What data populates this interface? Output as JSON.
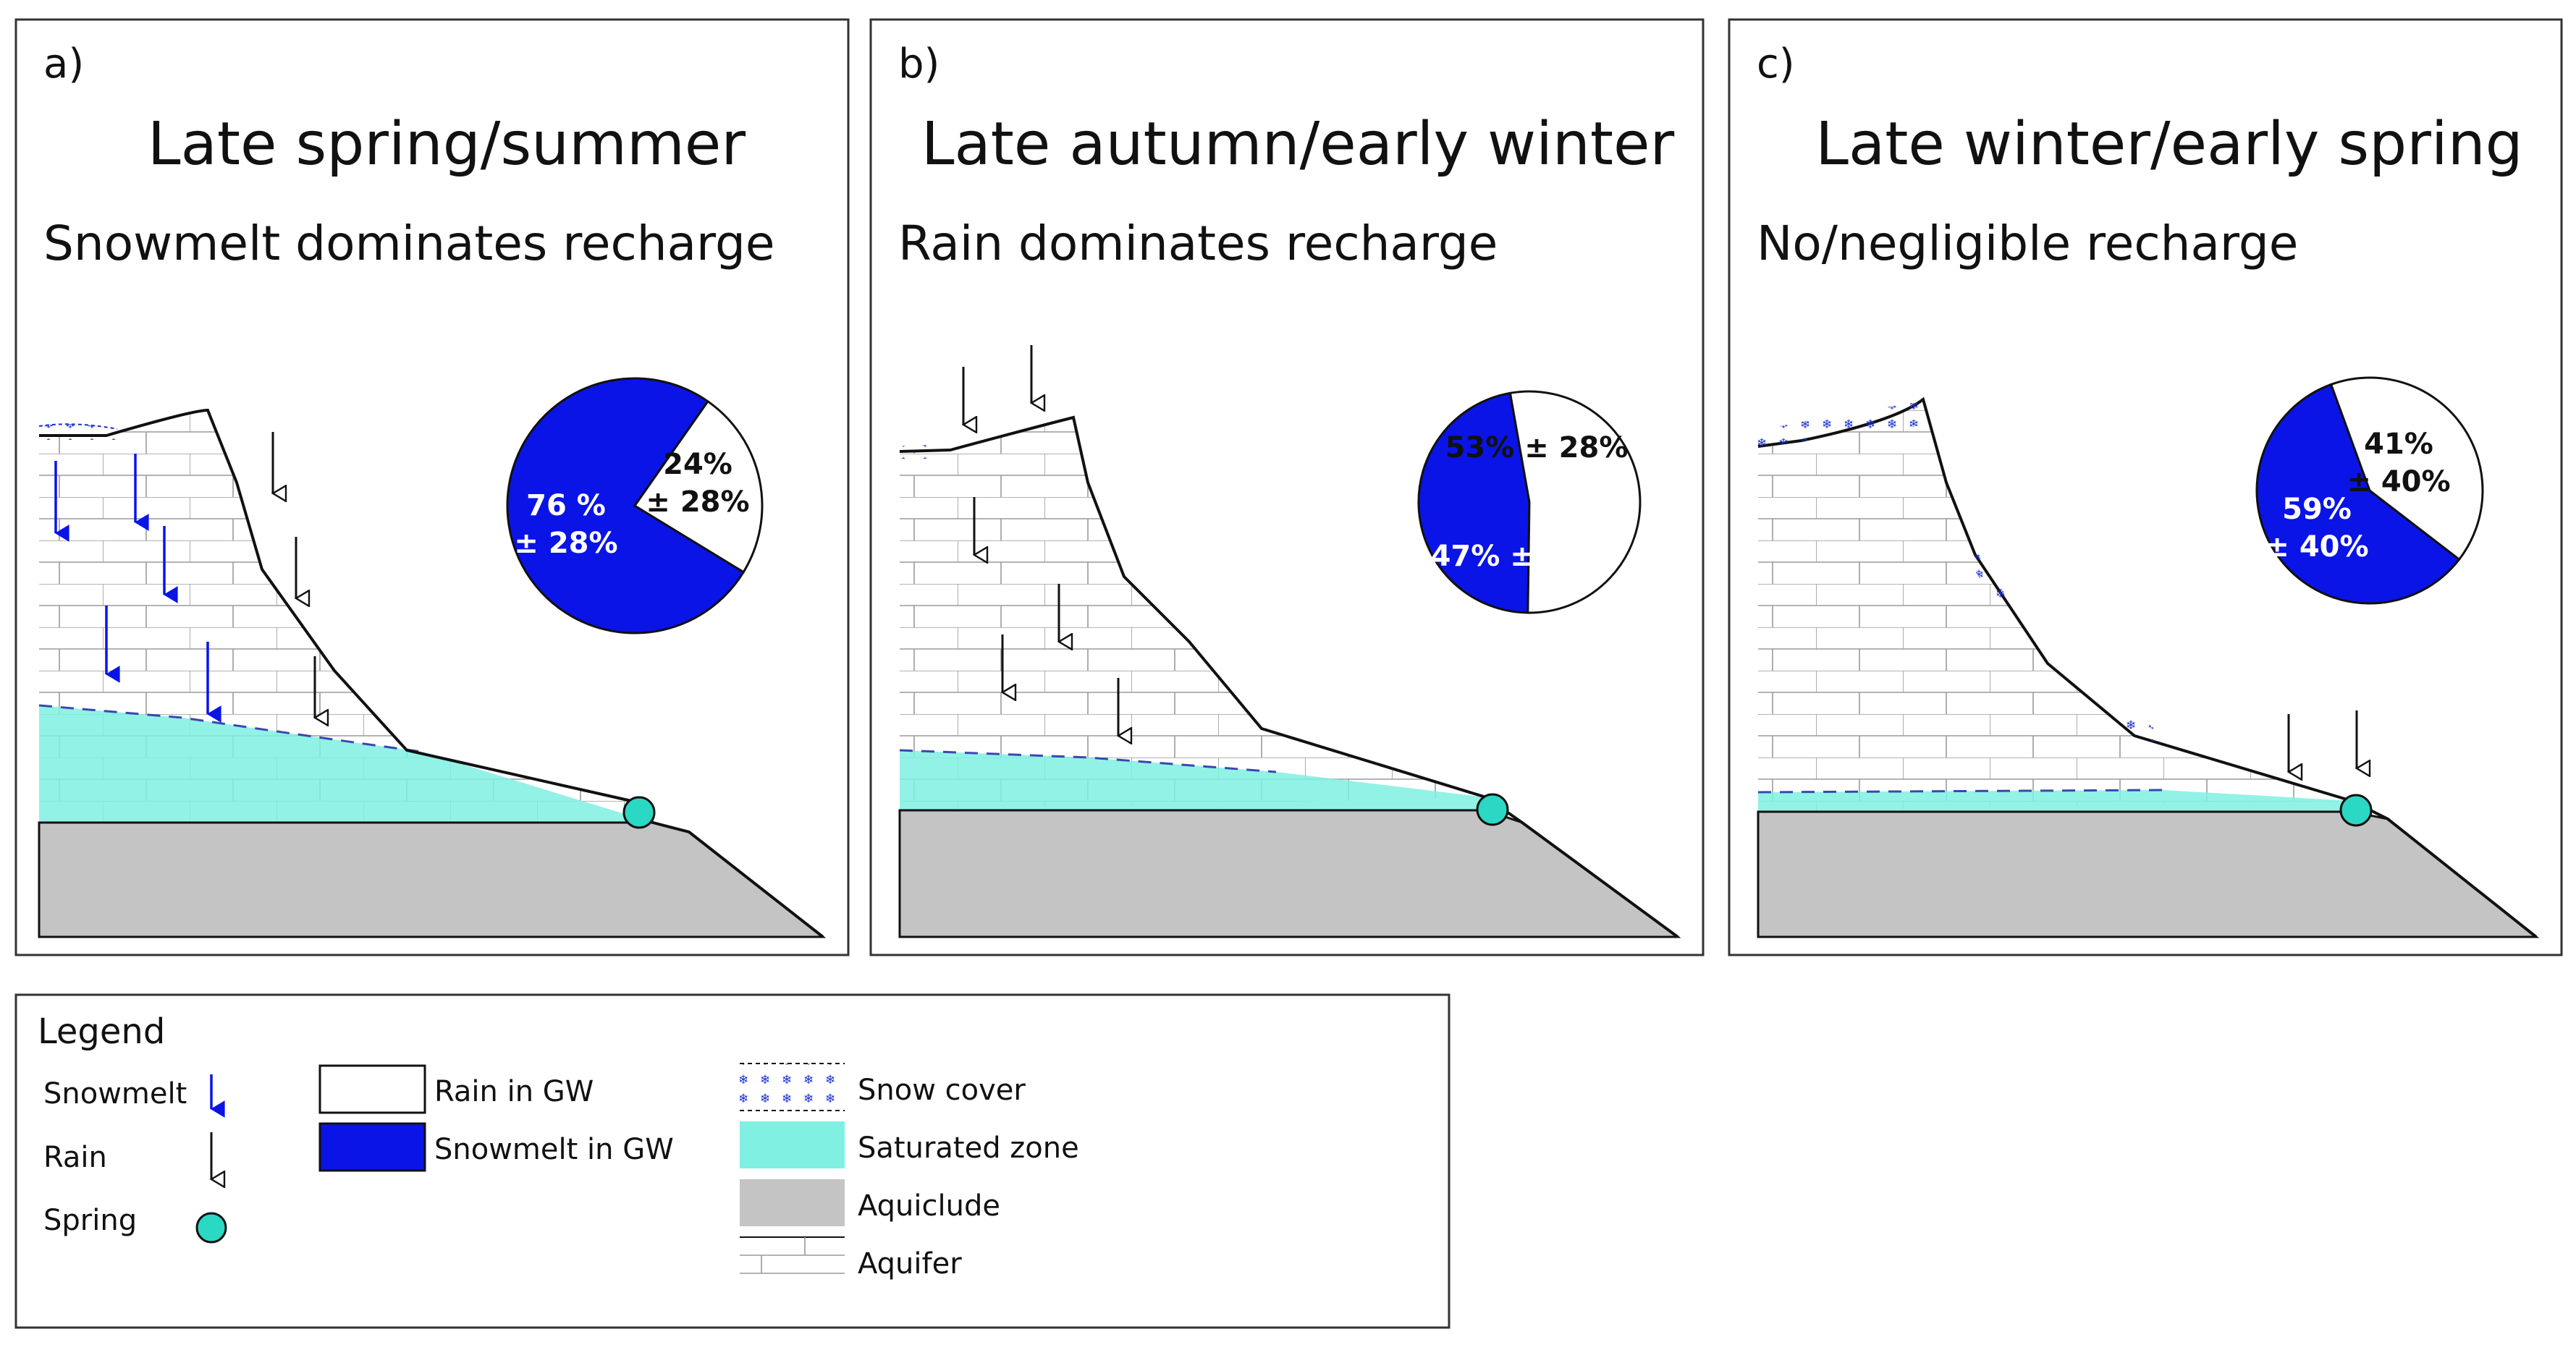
{
  "panels": [
    {
      "letter": "a)",
      "season": "Late spring/summer",
      "recharge": "Snowmelt dominates recharge",
      "rain_pct": 24,
      "rain_label": [
        "24%",
        "± 28%"
      ],
      "snow_label": [
        "76 %",
        "± 28%"
      ]
    },
    {
      "letter": "b)",
      "season": "Late autumn/early winter",
      "recharge": "Rain dominates recharge",
      "rain_pct": 53,
      "rain_label": [
        "53% ± 28%"
      ],
      "snow_label": [
        "47% ± 28%"
      ]
    },
    {
      "letter": "c)",
      "season": "Late winter/early spring",
      "recharge": "No/negligible recharge",
      "rain_pct": 41,
      "rain_label": [
        "41%",
        "± 40%"
      ],
      "snow_label": [
        "59%",
        "± 40%"
      ]
    }
  ],
  "legend": {
    "title": "Legend",
    "snowmelt": "Snowmelt",
    "rain": "Rain",
    "spring": "Spring",
    "rain_in_gw": "Rain in GW",
    "snowmelt_in_gw": "Snowmelt in GW",
    "snow_cover": "Snow cover",
    "saturated_zone": "Saturated zone",
    "aquiclude": "Aquiclude",
    "aquifer": "Aquifer"
  },
  "colors": {
    "snowmelt": "#0a14e6",
    "rain": "#ffffff",
    "saturated": "#7ff0e2",
    "spring": "#2ad8c4",
    "aquiclude": "#c4c4c4",
    "brick_line": "#9a9a9a",
    "outline": "#1a1a1a"
  }
}
